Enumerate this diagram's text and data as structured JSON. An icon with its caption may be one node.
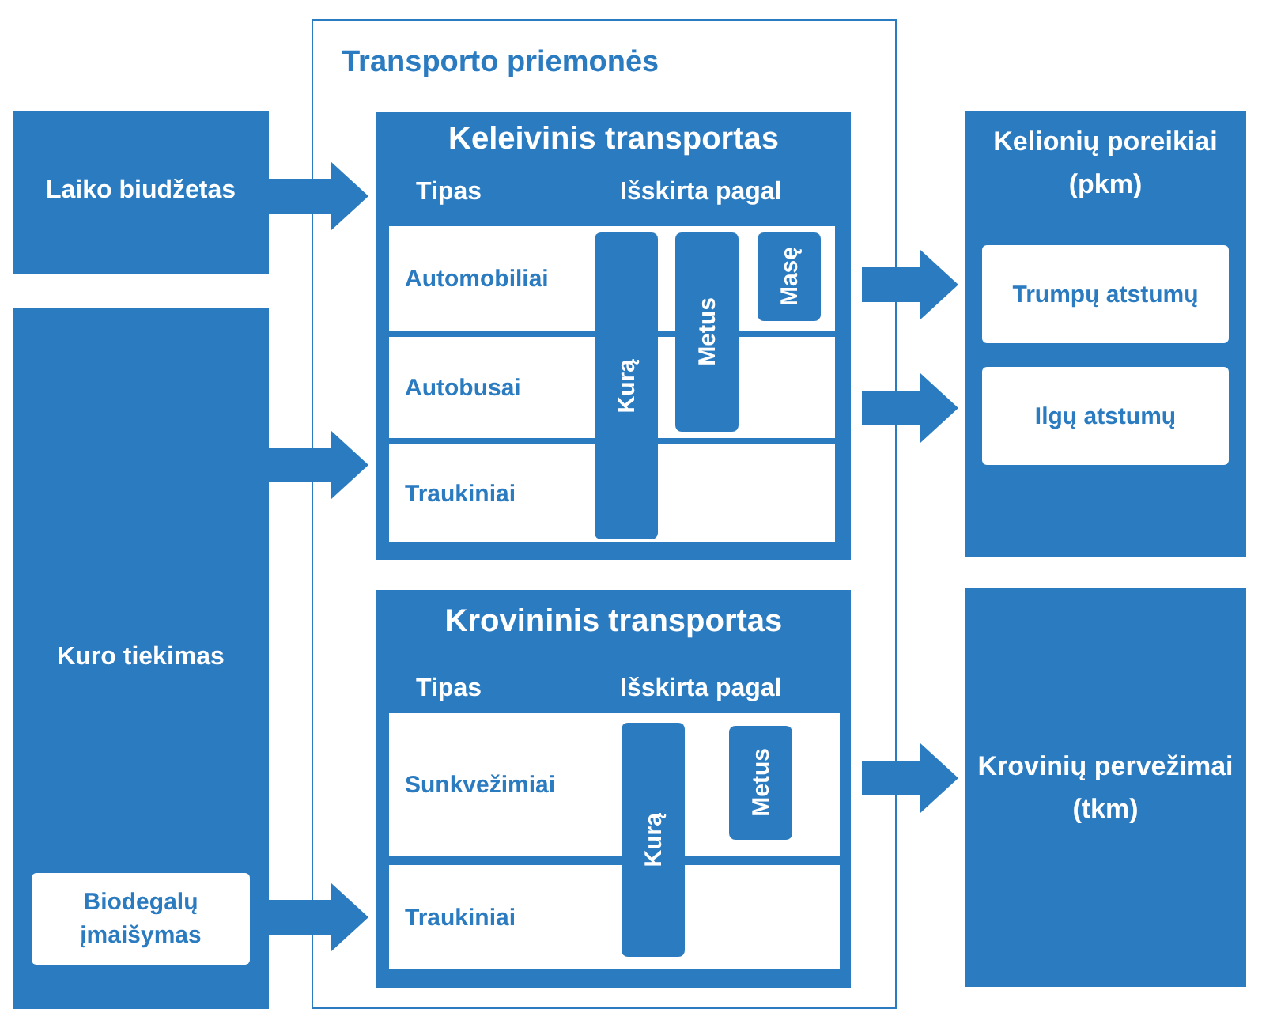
{
  "diagram": {
    "nodes": [
      {
        "text": [
          "Transporto priemonės"
        ]
      },
      {
        "text": [
          "Laiko biudžetas"
        ]
      },
      {
        "text": [
          "Kuro tiekimas"
        ]
      },
      {
        "text": [
          "Biodegalų įmaišymas"
        ],
        "in": 2
      },
      {
        "text": [
          "Keleivinis transportas",
          "Tipas",
          "Išskirta pagal"
        ],
        "in": 0
      },
      {
        "text": [
          "Automobiliai"
        ],
        "in": 4
      },
      {
        "text": [
          "Autobusai"
        ],
        "in": 4
      },
      {
        "text": [
          "Traukiniai"
        ],
        "in": 4
      },
      {
        "text": [
          "Kurą"
        ],
        "in": 4
      },
      {
        "text": [
          "Metus"
        ],
        "in": 4
      },
      {
        "text": [
          "Masę"
        ],
        "in": 5
      },
      {
        "text": [
          "Krovininis transportas",
          "Tipas",
          "Išskirta pagal"
        ],
        "in": 0
      },
      {
        "text": [
          "Sunkvežimiai"
        ],
        "in": 11
      },
      {
        "text": [
          "Traukiniai"
        ],
        "in": 11
      },
      {
        "text": [
          "Kurą"
        ],
        "in": 11
      },
      {
        "text": [
          "Metus"
        ],
        "in": 12
      },
      {
        "text": [
          "Kelionių poreikiai (pkm)"
        ]
      },
      {
        "text": [
          "Trumpų atstumų"
        ],
        "in": 16
      },
      {
        "text": [
          "Ilgų atstumų"
        ],
        "in": 16
      },
      {
        "text": [
          "Krovinių pervežimai (tkm)"
        ]
      }
    ],
    "edges": [
      {
        "from": 1,
        "to": 4,
        "arrow": "to"
      },
      {
        "from": 2,
        "to": 4,
        "arrow": "to"
      },
      {
        "from": 3,
        "to": 13,
        "arrow": "to"
      },
      {
        "from": 4,
        "to": 17,
        "arrow": "to"
      },
      {
        "from": 4,
        "to": 18,
        "arrow": "to"
      },
      {
        "from": 11,
        "to": 19,
        "arrow": "to"
      }
    ]
  }
}
